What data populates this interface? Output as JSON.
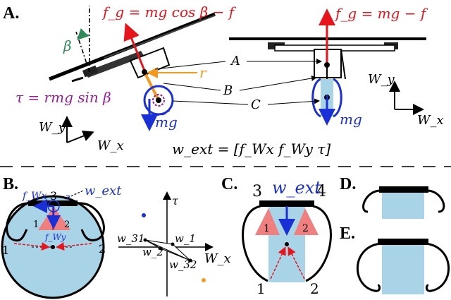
{
  "panel_labels": {
    "A": "A.",
    "B": "B.",
    "C": "C.",
    "D": "D.",
    "E": "E."
  },
  "panel_a": {
    "force_left": "f_g = mg cos β − f",
    "force_right": "f_g = mg − f",
    "beta": "β",
    "r": "r",
    "tau": "τ = rmg sin β",
    "mg_left": "mg",
    "mg_right": "mg",
    "ref_A": "A",
    "ref_B": "B",
    "ref_C": "C",
    "axis_wy_left": "W_y",
    "axis_wx_left": "W_x",
    "axis_wy_right": "W_y",
    "axis_wx_right": "W_x",
    "wrench": "w_ext = [f_Wx  f_Wy  τ]"
  },
  "panel_b": {
    "pt3": "3",
    "pt1_small": "1",
    "pt2_small": "2",
    "pt1": "1",
    "pt2": "2",
    "f_wx": "f_Wx",
    "f_wy": "f_Wy",
    "tau": "τ",
    "w_ext": "w_ext",
    "plot_tau": "τ",
    "plot_wx": "W_x",
    "w31": "w_31",
    "w1": "w_1",
    "w2": "w_2",
    "w32": "w_32"
  },
  "panel_c": {
    "pt3": "3",
    "pt4": "4",
    "w_ext": "w_ext",
    "pt1_small": "1",
    "pt2_small": "2",
    "pt1": "1",
    "pt2": "2"
  },
  "colors": {
    "red": "#e8141c",
    "blue": "#1a2fd6",
    "orange": "#f39a1e",
    "purple": "#9a1a9a",
    "green": "#2f8a5a",
    "fill_blue": "#a9d3e6",
    "fill_red": "#f08080"
  }
}
